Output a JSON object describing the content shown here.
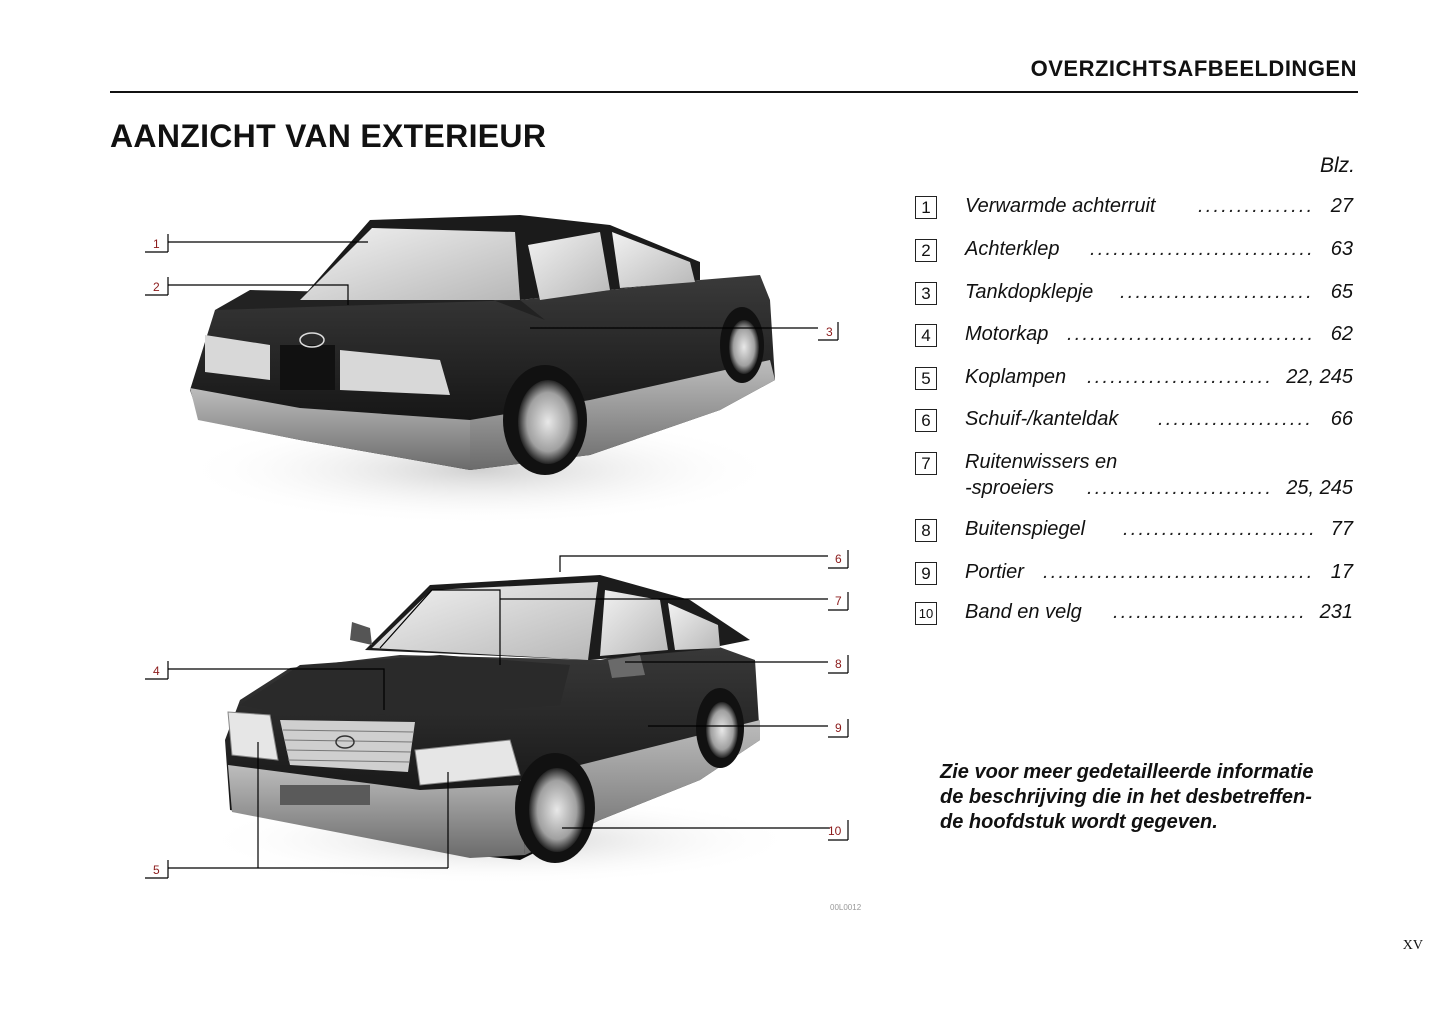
{
  "header": {
    "section_title": "OVERZICHTSAFBEELDINGEN"
  },
  "title": "AANZICHT VAN EXTERIEUR",
  "page_column_label": "Blz.",
  "items": [
    {
      "num": "1",
      "label": "Verwarmde achterruit",
      "pages": "27"
    },
    {
      "num": "2",
      "label": "Achterklep",
      "pages": "63"
    },
    {
      "num": "3",
      "label": "Tankdopklepje",
      "pages": "65"
    },
    {
      "num": "4",
      "label": "Motorkap",
      "pages": "62"
    },
    {
      "num": "5",
      "label": "Koplampen",
      "pages": "22, 245"
    },
    {
      "num": "6",
      "label": "Schuif-/kanteldak",
      "pages": "66"
    },
    {
      "num": "7",
      "label": "Ruitenwissers en",
      "label_line2": "-sproeiers",
      "pages": "25, 245"
    },
    {
      "num": "8",
      "label": "Buitenspiegel",
      "pages": "77"
    },
    {
      "num": "9",
      "label": "Portier",
      "pages": "17"
    },
    {
      "num": "10",
      "label": "Band en velg",
      "pages": "231"
    }
  ],
  "note": {
    "line1": "Zie voor meer gedetailleerde informatie",
    "line2": "de beschrijving die in het desbetreffen-",
    "line3": "de hoofdstuk wordt gegeven."
  },
  "figure_code": "00L0012",
  "page_number": "XV"
}
